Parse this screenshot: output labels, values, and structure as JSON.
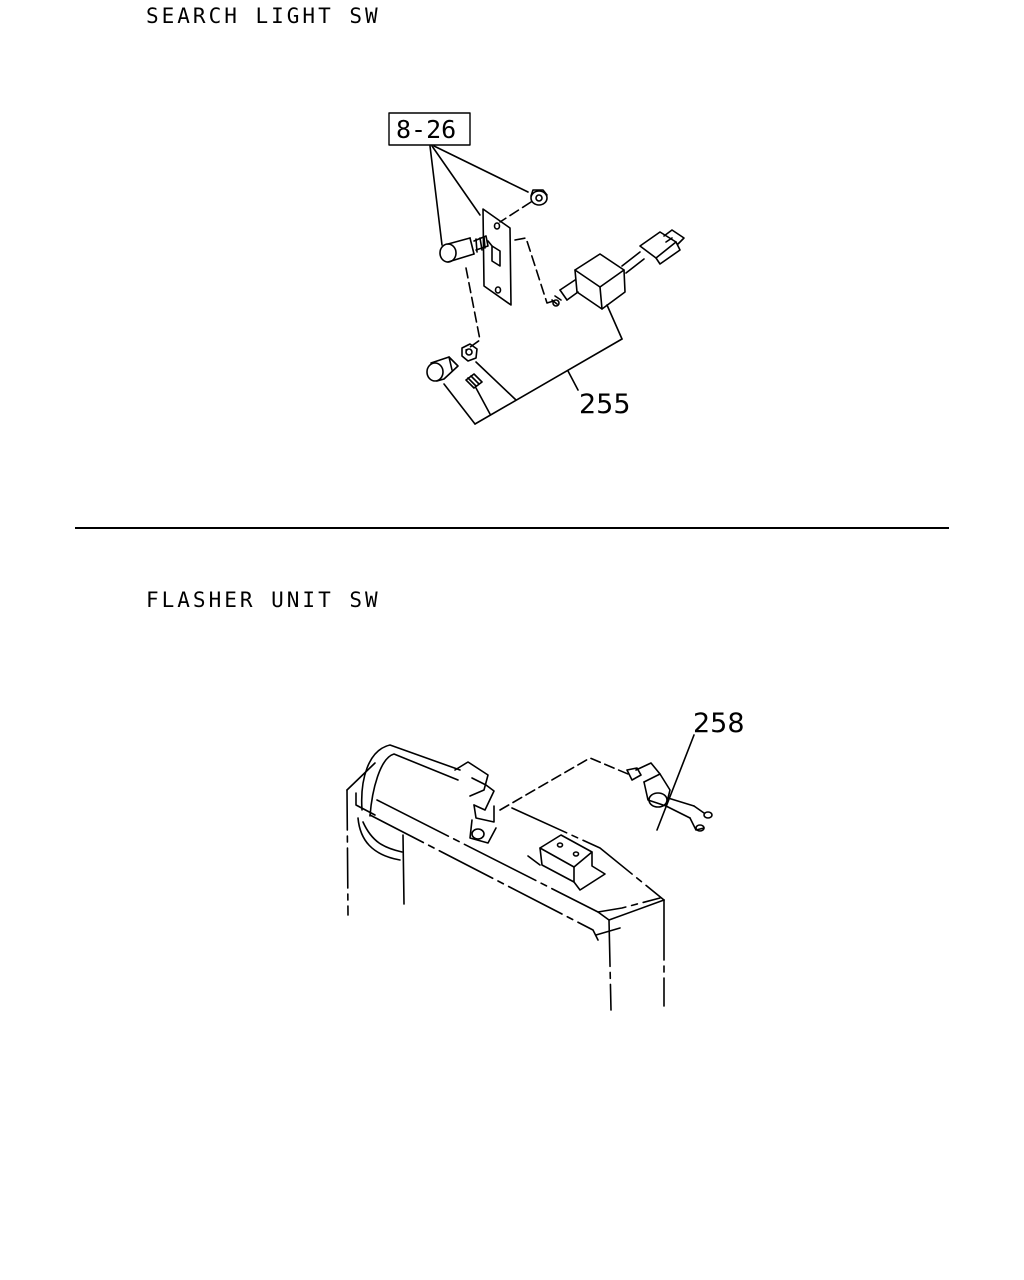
{
  "sections": [
    {
      "title": "SEARCH LIGHT SW",
      "ref_box": "8-26",
      "part_number": "255"
    },
    {
      "title": "FLASHER UNIT SW",
      "part_number": "258"
    }
  ],
  "colors": {
    "line": "#000000",
    "background": "#ffffff"
  }
}
